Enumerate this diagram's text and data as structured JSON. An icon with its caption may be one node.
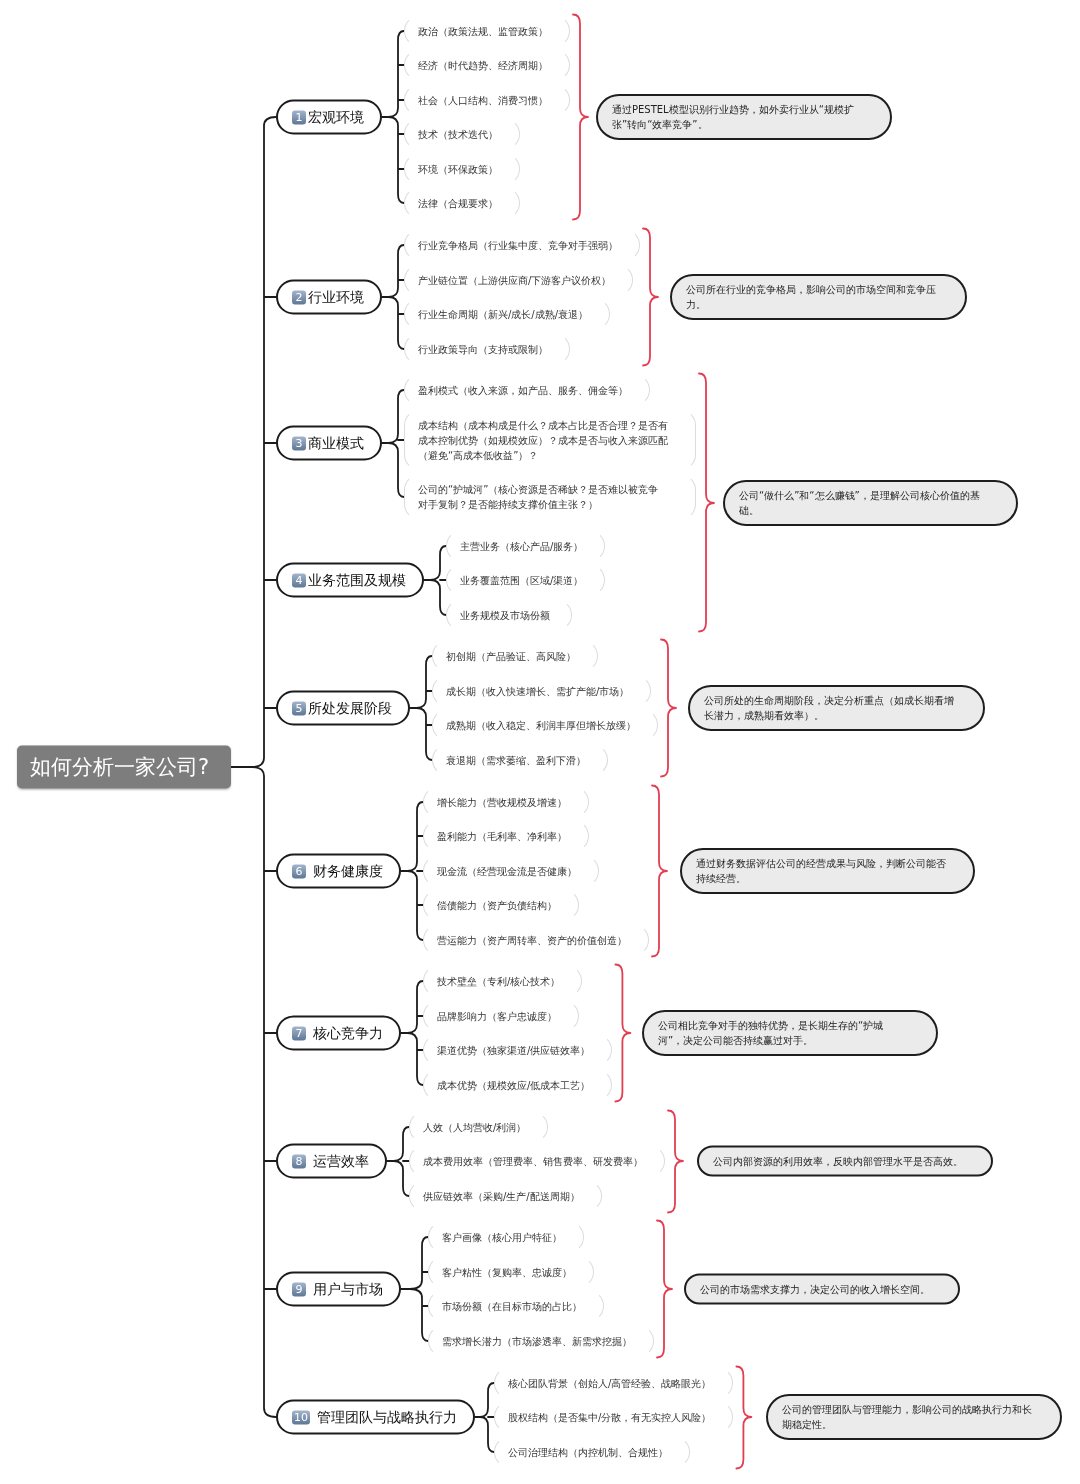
{
  "diagram": {
    "nodes": [
      {
        "text": [
          "如何分析一家公司?"
        ]
      },
      {
        "text": [
          "1",
          "宏观环境"
        ]
      },
      {
        "text": [
          "政治（政策法规、监管政策）"
        ]
      },
      {
        "text": [
          "经济（时代趋势、经济周期）"
        ]
      },
      {
        "text": [
          "社会（人口结构、消费习惯）"
        ]
      },
      {
        "text": [
          "技术（技术迭代）"
        ]
      },
      {
        "text": [
          "环境（环保政策）"
        ]
      },
      {
        "text": [
          "法律（合规要求）"
        ]
      },
      {
        "text": [
          "通过PESTEL模型识别行业趋势，如外卖行业从“规模扩张”转向“效率竞争”。"
        ]
      },
      {
        "text": [
          "2",
          "行业环境"
        ]
      },
      {
        "text": [
          "行业竞争格局（行业集中度、竞争对手强弱）"
        ]
      },
      {
        "text": [
          "产业链位置（上游供应商/下游客户议价权）"
        ]
      },
      {
        "text": [
          "行业生命周期（新兴/成长/成熟/衰退）"
        ]
      },
      {
        "text": [
          "行业政策导向（支持或限制）"
        ]
      },
      {
        "text": [
          "公司所在行业的竞争格局，影响公司的市场空间和竞争压力。"
        ]
      },
      {
        "text": [
          "3",
          "商业模式"
        ]
      },
      {
        "text": [
          "盈利模式（收入来源，如产品、服务、佣金等）"
        ]
      },
      {
        "text": [
          "成本结构（成本构成是什么？成本占比是否合理？是否有成本控制优势（如规模效应）？成本是否与收入来源匹配（避免“高成本低收益”）？"
        ]
      },
      {
        "text": [
          "公司的“护城河”（核心资源是否稀缺？是否难以被竞争对手复制？是否能持续支撑价值主张？）"
        ]
      },
      {
        "text": [
          "4",
          "业务范围及规模"
        ]
      },
      {
        "text": [
          "主营业务（核心产品/服务）"
        ]
      },
      {
        "text": [
          "业务覆盖范围（区域/渠道）"
        ]
      },
      {
        "text": [
          "业务规模及市场份额"
        ]
      },
      {
        "text": [
          "公司“做什么”和“怎么赚钱”，是理解公司核心价值的基础。"
        ]
      },
      {
        "text": [
          "5",
          "所处发展阶段"
        ]
      },
      {
        "text": [
          "初创期（产品验证、高风险）"
        ]
      },
      {
        "text": [
          "成长期（收入快速增长、需扩产能/市场）"
        ]
      },
      {
        "text": [
          "成熟期（收入稳定、利润丰厚但增长放缓）"
        ]
      },
      {
        "text": [
          "衰退期（需求萎缩、盈利下滑）"
        ]
      },
      {
        "text": [
          "公司所处的生命周期阶段，决定分析重点（如成长期看增长潜力，成熟期看效率）。"
        ]
      },
      {
        "text": [
          "6",
          "财务健康度"
        ]
      },
      {
        "text": [
          "增长能力（营收规模及增速）"
        ]
      },
      {
        "text": [
          "盈利能力（毛利率、净利率）"
        ]
      },
      {
        "text": [
          "现金流（经营现金流是否健康）"
        ]
      },
      {
        "text": [
          "偿债能力（资产负债结构）"
        ]
      },
      {
        "text": [
          "营运能力（资产周转率、资产的价值创造）"
        ]
      },
      {
        "text": [
          "通过财务数据评估公司的经营成果与风险，判断公司能否持续经营。"
        ]
      },
      {
        "text": [
          "7",
          "核心竞争力"
        ]
      },
      {
        "text": [
          "技术壁垒（专利/核心技术）"
        ]
      },
      {
        "text": [
          "品牌影响力（客户忠诚度）"
        ]
      },
      {
        "text": [
          "渠道优势（独家渠道/供应链效率）"
        ]
      },
      {
        "text": [
          "成本优势（规模效应/低成本工艺）"
        ]
      },
      {
        "text": [
          "公司相比竞争对手的独特优势，是长期生存的“护城河”，决定公司能否持续赢过对手。"
        ]
      },
      {
        "text": [
          "8",
          "运营效率"
        ]
      },
      {
        "text": [
          "人效（人均营收/利润）"
        ]
      },
      {
        "text": [
          "成本费用效率（管理费率、销售费率、研发费率）"
        ]
      },
      {
        "text": [
          "供应链效率（采购/生产/配送周期）"
        ]
      },
      {
        "text": [
          "公司内部资源的利用效率，反映内部管理水平是否高效。"
        ]
      },
      {
        "text": [
          "9",
          "用户与市场"
        ]
      },
      {
        "text": [
          "客户画像（核心用户特征）"
        ]
      },
      {
        "text": [
          "客户粘性（复购率、忠诚度）"
        ]
      },
      {
        "text": [
          "市场份额（在目标市场的占比）"
        ]
      },
      {
        "text": [
          "需求增长潜力（市场渗透率、新需求挖掘）"
        ]
      },
      {
        "text": [
          "公司的市场需求支撑力，决定公司的收入增长空间。"
        ]
      },
      {
        "text": [
          "10",
          "管理团队与战略执行力"
        ]
      },
      {
        "text": [
          "核心团队背景（创始人/高管经验、战略眼光）"
        ]
      },
      {
        "text": [
          "股权结构（是否集中/分散，有无实控人风险）"
        ]
      },
      {
        "text": [
          "公司治理结构（内控机制、合规性）"
        ]
      },
      {
        "text": [
          "公司的管理团队与管理能力，影响公司的战略执行力和长期稳定性。"
        ]
      }
    ],
    "edges": [
      {
        "from": 0,
        "to": 1,
        "arrow": "none"
      },
      {
        "from": 0,
        "to": 9,
        "arrow": "none"
      },
      {
        "from": 0,
        "to": 15,
        "arrow": "none"
      },
      {
        "from": 0,
        "to": 19,
        "arrow": "none"
      },
      {
        "from": 0,
        "to": 24,
        "arrow": "none"
      },
      {
        "from": 0,
        "to": 30,
        "arrow": "none"
      },
      {
        "from": 0,
        "to": 37,
        "arrow": "none"
      },
      {
        "from": 0,
        "to": 43,
        "arrow": "none"
      },
      {
        "from": 0,
        "to": 48,
        "arrow": "none"
      },
      {
        "from": 0,
        "to": 54,
        "arrow": "none"
      },
      {
        "from": 1,
        "to": 2,
        "arrow": "none"
      },
      {
        "from": 1,
        "to": 3,
        "arrow": "none"
      },
      {
        "from": 1,
        "to": 4,
        "arrow": "none"
      },
      {
        "from": 1,
        "to": 5,
        "arrow": "none"
      },
      {
        "from": 1,
        "to": 6,
        "arrow": "none"
      },
      {
        "from": 1,
        "to": 7,
        "arrow": "none"
      },
      {
        "from": 9,
        "to": 10,
        "arrow": "none"
      },
      {
        "from": 9,
        "to": 11,
        "arrow": "none"
      },
      {
        "from": 9,
        "to": 12,
        "arrow": "none"
      },
      {
        "from": 9,
        "to": 13,
        "arrow": "none"
      },
      {
        "from": 15,
        "to": 16,
        "arrow": "none"
      },
      {
        "from": 15,
        "to": 17,
        "arrow": "none"
      },
      {
        "from": 15,
        "to": 18,
        "arrow": "none"
      },
      {
        "from": 19,
        "to": 20,
        "arrow": "none"
      },
      {
        "from": 19,
        "to": 21,
        "arrow": "none"
      },
      {
        "from": 19,
        "to": 22,
        "arrow": "none"
      },
      {
        "from": 24,
        "to": 25,
        "arrow": "none"
      },
      {
        "from": 24,
        "to": 26,
        "arrow": "none"
      },
      {
        "from": 24,
        "to": 27,
        "arrow": "none"
      },
      {
        "from": 24,
        "to": 28,
        "arrow": "none"
      },
      {
        "from": 30,
        "to": 31,
        "arrow": "none"
      },
      {
        "from": 30,
        "to": 32,
        "arrow": "none"
      },
      {
        "from": 30,
        "to": 33,
        "arrow": "none"
      },
      {
        "from": 30,
        "to": 34,
        "arrow": "none"
      },
      {
        "from": 30,
        "to": 35,
        "arrow": "none"
      },
      {
        "from": 37,
        "to": 38,
        "arrow": "none"
      },
      {
        "from": 37,
        "to": 39,
        "arrow": "none"
      },
      {
        "from": 37,
        "to": 40,
        "arrow": "none"
      },
      {
        "from": 37,
        "to": 41,
        "arrow": "none"
      },
      {
        "from": 43,
        "to": 44,
        "arrow": "none"
      },
      {
        "from": 43,
        "to": 45,
        "arrow": "none"
      },
      {
        "from": 43,
        "to": 46,
        "arrow": "none"
      },
      {
        "from": 48,
        "to": 49,
        "arrow": "none"
      },
      {
        "from": 48,
        "to": 50,
        "arrow": "none"
      },
      {
        "from": 48,
        "to": 51,
        "arrow": "none"
      },
      {
        "from": 48,
        "to": 52,
        "arrow": "none"
      },
      {
        "from": 54,
        "to": 55,
        "arrow": "none"
      },
      {
        "from": 54,
        "to": 56,
        "arrow": "none"
      },
      {
        "from": 54,
        "to": 57,
        "arrow": "none"
      }
    ]
  }
}
